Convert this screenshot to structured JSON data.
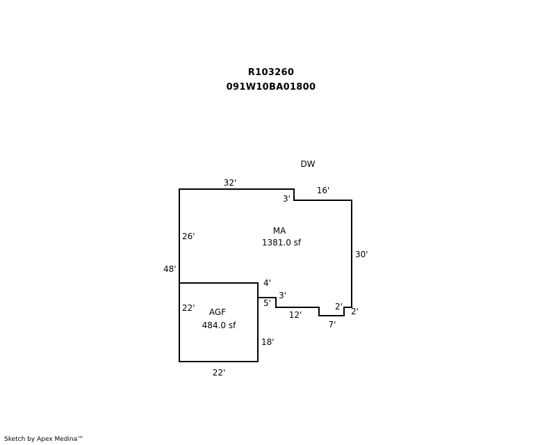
{
  "header": {
    "line1": "R103260",
    "line2": "091W10BA01800"
  },
  "sketch": {
    "north_label": "DW",
    "areas": [
      {
        "code": "MA",
        "area": "1381.0 sf"
      },
      {
        "code": "AGF",
        "area": "484.0 sf"
      }
    ],
    "dimensions": {
      "ma_top": "32'",
      "ma_step_down": "3'",
      "ma_top_right": "16'",
      "ma_left": "26'",
      "ma_right": "30'",
      "total_left": "48'",
      "notch_top": "4'",
      "notch_step1": "5'",
      "notch_step2": "3'",
      "bottom_12": "12'",
      "step_2a": "2'",
      "step_2b": "2'",
      "bottom_7": "7'",
      "agf_left": "22'",
      "agf_right": "18'",
      "agf_bottom": "22'"
    }
  },
  "footer": {
    "credit": "Sketch by Apex Medina™"
  }
}
